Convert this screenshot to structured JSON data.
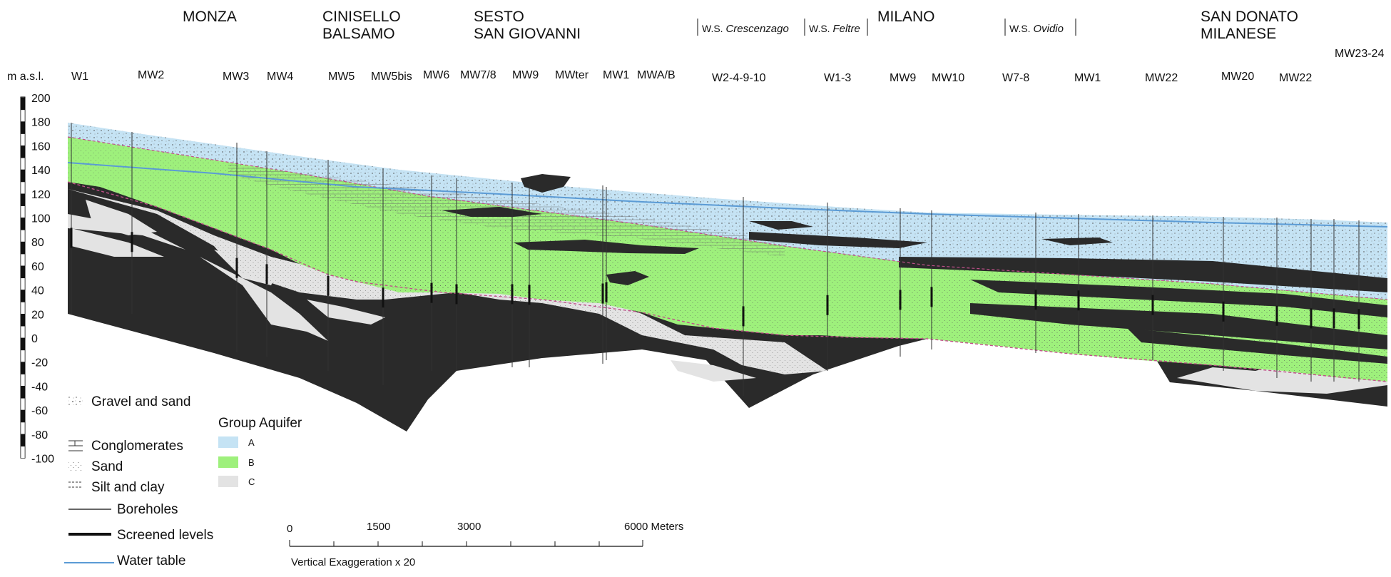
{
  "towns": [
    {
      "lines": [
        "MONZA"
      ]
    },
    {
      "lines": [
        "CINISELLO",
        "BALSAMO"
      ]
    },
    {
      "lines": [
        "SESTO",
        "SAN GIOVANNI"
      ]
    },
    {
      "lines": [
        "MILANO"
      ]
    },
    {
      "lines": [
        "SAN DONATO",
        "MILANESE"
      ]
    }
  ],
  "water_supplies": [
    {
      "prefix": "W.S.",
      "name": "Crescenzago"
    },
    {
      "prefix": "W.S.",
      "name": "Feltre"
    },
    {
      "prefix": "W.S.",
      "name": "Ovidio"
    }
  ],
  "wells": [
    "W1",
    "MW2",
    "MW3",
    "MW4",
    "MW5",
    "MW5bis",
    "MW6",
    "MW7/8",
    "MW9",
    "MWter",
    "MW1",
    "MWA/B",
    "W2-4-9-10",
    "W1-3",
    "MW9",
    "MW10",
    "W7-8",
    "MW1",
    "MW22",
    "MW20",
    "MW22",
    "MW23-24"
  ],
  "axis": {
    "label": "m a.s.l.",
    "ticks": [
      "200",
      "180",
      "160",
      "140",
      "120",
      "100",
      "80",
      "60",
      "40",
      "20",
      "0",
      "-20",
      "-40",
      "-60",
      "-80",
      "-100"
    ],
    "min": -100,
    "max": 200
  },
  "lithology_legend": [
    {
      "label": "Gravel and sand",
      "icon": "gravel-sand-symbol"
    },
    {
      "label": "Conglomerates",
      "icon": "conglomerate-symbol"
    },
    {
      "label": "Sand",
      "icon": "sand-symbol"
    },
    {
      "label": "Silt and clay",
      "icon": "silt-clay-symbol"
    }
  ],
  "aquifer_legend": {
    "title": "Group Aquifer",
    "items": [
      {
        "label": "A",
        "color": "#c5e3f4"
      },
      {
        "label": "B",
        "color": "#9ef07c"
      },
      {
        "label": "C",
        "color": "#e3e3e3"
      }
    ]
  },
  "line_legend": [
    {
      "label": "Boreholes",
      "color": "#333333"
    },
    {
      "label": "Screened levels",
      "color": "#111111"
    },
    {
      "label": "Water table",
      "color": "#5b9bd5"
    }
  ],
  "scale_bar": {
    "labels": [
      "0",
      "1500",
      "3000",
      "6000 Meters"
    ],
    "note": "Vertical Exaggeration x 20"
  },
  "colors": {
    "clay": "#2a2a2a",
    "aquifer_a": "#c5e3f4",
    "aquifer_b": "#9ef07c",
    "aquifer_c": "#e3e3e3",
    "water_table": "#5b9bd5",
    "boundary": "#c0508a"
  }
}
